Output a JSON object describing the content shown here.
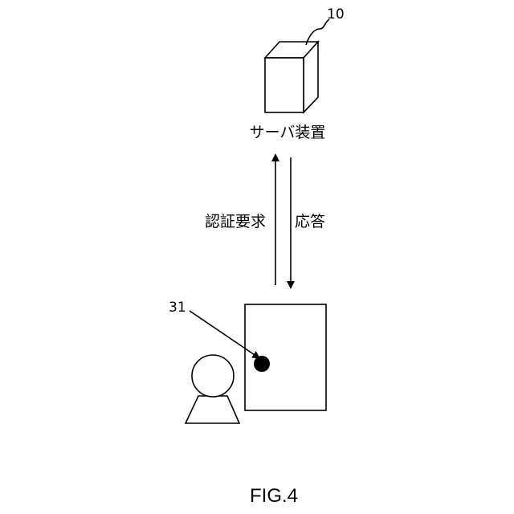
{
  "server": {
    "ref": "10",
    "label": "サーバ装置"
  },
  "arrows": {
    "request_label": "認証要求",
    "response_label": "応答"
  },
  "terminal": {
    "ref": "31"
  },
  "caption": "FIG.4"
}
